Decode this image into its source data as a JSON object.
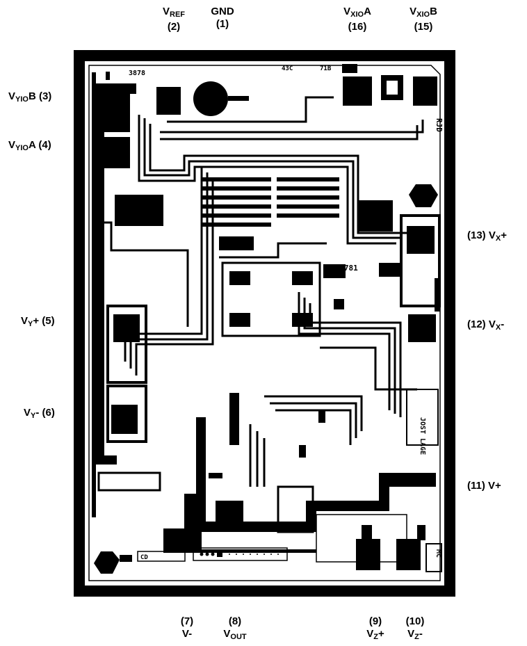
{
  "pins": {
    "vref": {
      "main": "V",
      "sub": "REF",
      "post": "",
      "num": "(2)"
    },
    "gnd": {
      "name": "GND",
      "num": "(1)"
    },
    "vxioa": {
      "main": "V",
      "sub": "XIO",
      "post": "A",
      "num": "(16)"
    },
    "vxiob": {
      "main": "V",
      "sub": "XIO",
      "post": "B",
      "num": "(15)"
    },
    "vyiob": {
      "main": "V",
      "sub": "YIO",
      "post": "B (3)"
    },
    "vyioa": {
      "main": "V",
      "sub": "YIO",
      "post": "A (4)"
    },
    "vyp": {
      "main": "V",
      "sub": "Y",
      "post": "+ (5)"
    },
    "vym": {
      "main": "V",
      "sub": "Y",
      "post": "- (6)"
    },
    "vxp": {
      "pre": "(13) V",
      "sub": "X",
      "post": "+"
    },
    "vxm": {
      "pre": "(12) V",
      "sub": "X",
      "post": "-"
    },
    "vplus": {
      "name": "(11) V+"
    },
    "vminus": {
      "num": "(7)",
      "name": "V-"
    },
    "vout": {
      "num": "(8)",
      "main": "V",
      "sub": "OUT"
    },
    "vzp": {
      "num": "(9)",
      "main": "V",
      "sub": "Z",
      "post": "+"
    },
    "vzm": {
      "num": "(10)",
      "main": "V",
      "sub": "Z",
      "post": "-"
    }
  },
  "die_marks": {
    "part_id": "3878",
    "code_a": "43C",
    "code_b": "71B",
    "designer_a": "RJD",
    "designer_b": "JOST LAGE",
    "device": "A38781",
    "logo": "MC",
    "bottom_label": "CD"
  }
}
